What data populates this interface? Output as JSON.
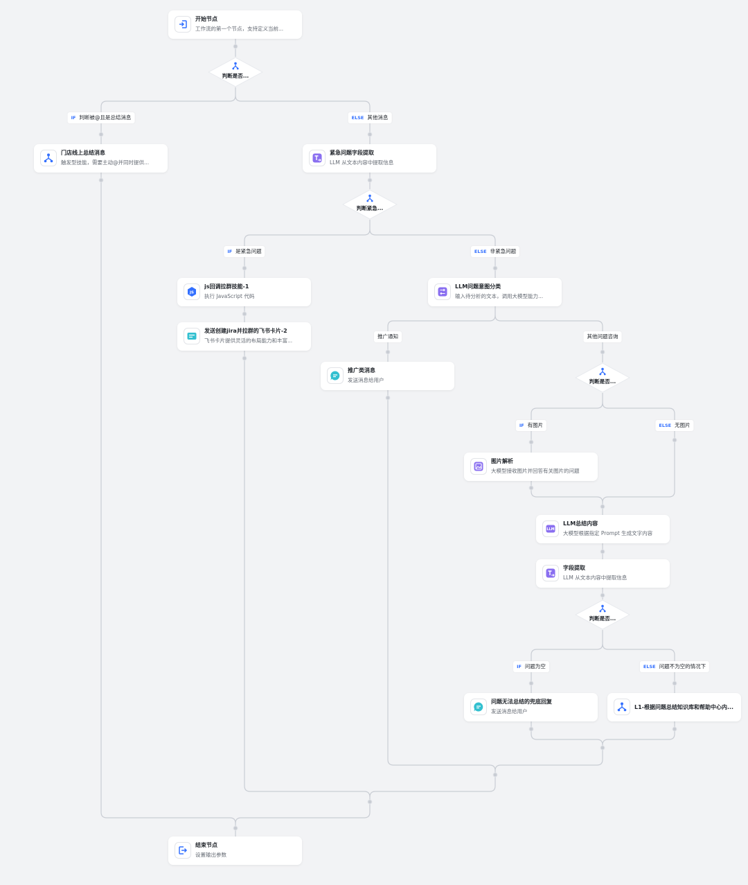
{
  "nodes": [
    {
      "id": "start",
      "title": "开始节点",
      "subtitle": "工作流的第一个节点，支持定义当前...",
      "icon": "start-icon"
    },
    {
      "id": "store",
      "title": "门店线上总结消息",
      "subtitle": "触发型技能，需要主动@并同时提供...",
      "icon": "skill-icon"
    },
    {
      "id": "urgent_extract",
      "title": "紧急问题字段提取",
      "subtitle": "LLM 从文本内容中提取信息",
      "icon": "extract-icon"
    },
    {
      "id": "js",
      "title": "js回调拉群技能-1",
      "subtitle": "执行 JavaScript 代码",
      "icon": "js-icon"
    },
    {
      "id": "card",
      "title": "发送创建jira并拉群的飞书卡片-2",
      "subtitle": "飞书卡片提供灵活的布局能力和丰富...",
      "icon": "card-icon"
    },
    {
      "id": "classify",
      "title": "LLM问题意图分类",
      "subtitle": "输入待分析的文本，调用大模型能力...",
      "icon": "classify-icon"
    },
    {
      "id": "promo",
      "title": "推广类消息",
      "subtitle": "发送消息给用户",
      "icon": "message-icon"
    },
    {
      "id": "image",
      "title": "图片解析",
      "subtitle": "大模型接收图片并回答有关图片的问题",
      "icon": "image-icon"
    },
    {
      "id": "summary",
      "title": "LLM总结内容",
      "subtitle": "大模型根据指定 Prompt 生成文字内容",
      "icon": "llm-icon"
    },
    {
      "id": "field",
      "title": "字段提取",
      "subtitle": "LLM 从文本内容中提取信息",
      "icon": "extract-icon"
    },
    {
      "id": "fallback",
      "title": "问题无法总结的兜底回复",
      "subtitle": "发送消息给用户",
      "icon": "message-icon"
    },
    {
      "id": "l1",
      "title": "L1-根据问题总结知识库和帮助中心内...",
      "subtitle": "",
      "icon": "skill-icon"
    },
    {
      "id": "end",
      "title": "结束节点",
      "subtitle": "设置输出参数",
      "icon": "end-icon"
    }
  ],
  "conditions": [
    {
      "id": "cond1",
      "label": "判断是否..."
    },
    {
      "id": "cond2",
      "label": "判断紧急..."
    },
    {
      "id": "cond3",
      "label": "判断是否..."
    },
    {
      "id": "cond4",
      "label": "判断是否..."
    }
  ],
  "branch_labels": [
    {
      "id": "b1",
      "keyword": "IF",
      "text": "判断被@且是总结消息"
    },
    {
      "id": "b2",
      "keyword": "ELSE",
      "text": "其他消息"
    },
    {
      "id": "b3",
      "keyword": "IF",
      "text": "是紧急问题"
    },
    {
      "id": "b4",
      "keyword": "ELSE",
      "text": "非紧急问题"
    },
    {
      "id": "b5",
      "keyword": "",
      "text": "推广通知"
    },
    {
      "id": "b6",
      "keyword": "",
      "text": "其他问题咨询"
    },
    {
      "id": "b7",
      "keyword": "IF",
      "text": "有图片"
    },
    {
      "id": "b8",
      "keyword": "ELSE",
      "text": "无图片"
    },
    {
      "id": "b9",
      "keyword": "IF",
      "text": "问题为空"
    },
    {
      "id": "b10",
      "keyword": "ELSE",
      "text": "问题不为空的情况下"
    }
  ],
  "colors": {
    "canvas": "#f2f3f5",
    "edge": "#c9cdd4",
    "keyword": "#3370ff",
    "blue_icon": "#3370ff",
    "purple_icon": "#8a6ff0",
    "teal_icon": "#33c0d0",
    "title": "#1f2329",
    "subtitle": "#646a73"
  }
}
